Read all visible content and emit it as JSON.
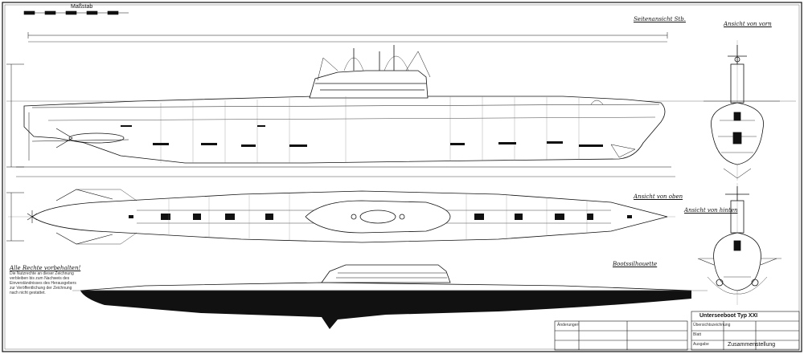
{
  "drawing": {
    "views": {
      "side": "Seitenansicht Stb.",
      "front": "Ansicht von vorn",
      "top": "Ansicht von oben",
      "stern": "Ansicht von hinten",
      "silhouette": "Bootssilhouette"
    },
    "notice": {
      "title": "Alle Rechte vorbehalten!",
      "lines": [
        "Die Nutzrechte an dieser Zeichnung",
        "verbleiben bis zum Nachweis des",
        "Einverständnisses des Herausgebers",
        "zur Veröffentlichung der Zeichnung",
        "nach nicht gestattet."
      ]
    },
    "title_block": {
      "title": "Unterseeboot Typ XXI",
      "subtitle": "Zusammenstellung",
      "rows": [
        "Übersichtszeichnung",
        "Blatt",
        "Ausgabe"
      ]
    },
    "revisions_label": "Änderungen",
    "scale_bar_label": "Maßstab"
  },
  "colors": {
    "ink": "#111111",
    "paper": "#ffffff",
    "hatch": "#555555",
    "grid": "#bbbbbb"
  }
}
